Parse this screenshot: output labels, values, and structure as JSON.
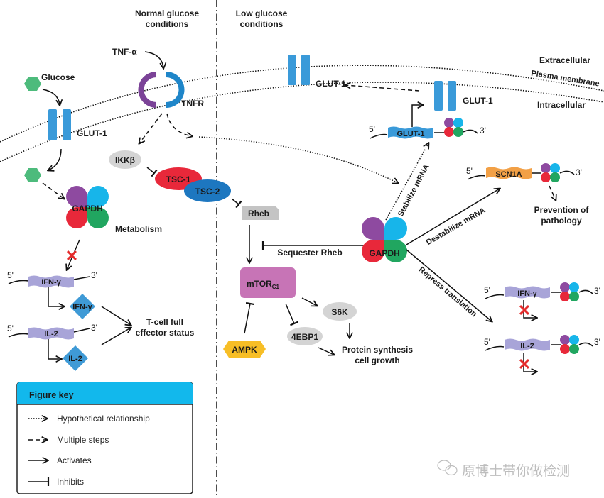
{
  "sections": {
    "normal": "Normal glucose\nconditions",
    "normal_l1": "Normal glucose",
    "normal_l2": "conditions",
    "low_l1": "Low glucose",
    "low_l2": "conditions"
  },
  "compartments": {
    "extracellular": "Extracellular",
    "plasma_membrane": "Plasma membrane",
    "intracellular": "Intracellular"
  },
  "left": {
    "glucose": "Glucose",
    "glut1": "GLUT-1",
    "tnf_alpha": "TNF-α",
    "tnfr": "TNFR",
    "ikkb": "IKKβ",
    "tsc1": "TSC-1",
    "tsc2": "TSC-2",
    "gapdh": "GAPDH",
    "metabolism": "Metabolism",
    "mrna_ifng": "IFN-γ",
    "protein_ifng": "IFN-γ",
    "mrna_il2": "IL-2",
    "protein_il2": "IL-2",
    "tcell_l1": "T-cell full",
    "tcell_l2": "effector status",
    "five_prime": "5'",
    "three_prime": "3'"
  },
  "middle": {
    "rheb": "Rheb",
    "mtor": "mTOR",
    "mtor_sub": "C1",
    "ampk": "AMPK",
    "s6k": "S6K",
    "ebp1": "4EBP1",
    "protein_l1": "Protein synthesis",
    "protein_l2": "cell growth",
    "sequester": "Sequester Rheb"
  },
  "right": {
    "glut1_membrane": "GLUT-1",
    "glut1_new": "GLUT-1",
    "glut1_mrna": "GLUT-1",
    "gapdh": "GAPDH",
    "stabilize": "Stabilize mRNA",
    "destabilize": "Destabilize mRNA",
    "repress": "Repress translation",
    "scn1a": "SCN1A",
    "prevention_l1": "Prevention of",
    "prevention_l2": "pathology",
    "mrna_ifng": "IFN-γ",
    "mrna_il2": "IL-2",
    "five_prime": "5'",
    "three_prime": "3'"
  },
  "figure_key": {
    "title": "Figure key",
    "items": [
      {
        "style": "dotted-arrow",
        "label": "Hypothetical relationship"
      },
      {
        "style": "dashed-arrow",
        "label": "Multiple steps"
      },
      {
        "style": "solid-arrow",
        "label": "Activates"
      },
      {
        "style": "inhibit-bar",
        "label": "Inhibits"
      }
    ]
  },
  "watermark": {
    "icon": "wechat-icon",
    "text": "原博士带你做检测"
  },
  "colors": {
    "glut": "#3a9ad9",
    "glucose": "#4dbb7c",
    "tnfr_left": "#7b4397",
    "tnfr_right": "#1f86c9",
    "gapdh_purple": "#8e4aa0",
    "gapdh_cyan": "#17b5ea",
    "gapdh_red": "#e8283a",
    "gapdh_green": "#21a660",
    "tsc1": "#e8283a",
    "tsc2": "#1d77c0",
    "grey_node": "#d4d4d4",
    "rheb": "#c4c4c4",
    "mtor": "#c774b6",
    "ampk": "#f7be26",
    "mrna_lav": "#a8a4d8",
    "protein_blue": "#3f9ad6",
    "scn1a": "#f2a046",
    "key_header": "#12b8ec",
    "block_x": "#e52b2b"
  }
}
